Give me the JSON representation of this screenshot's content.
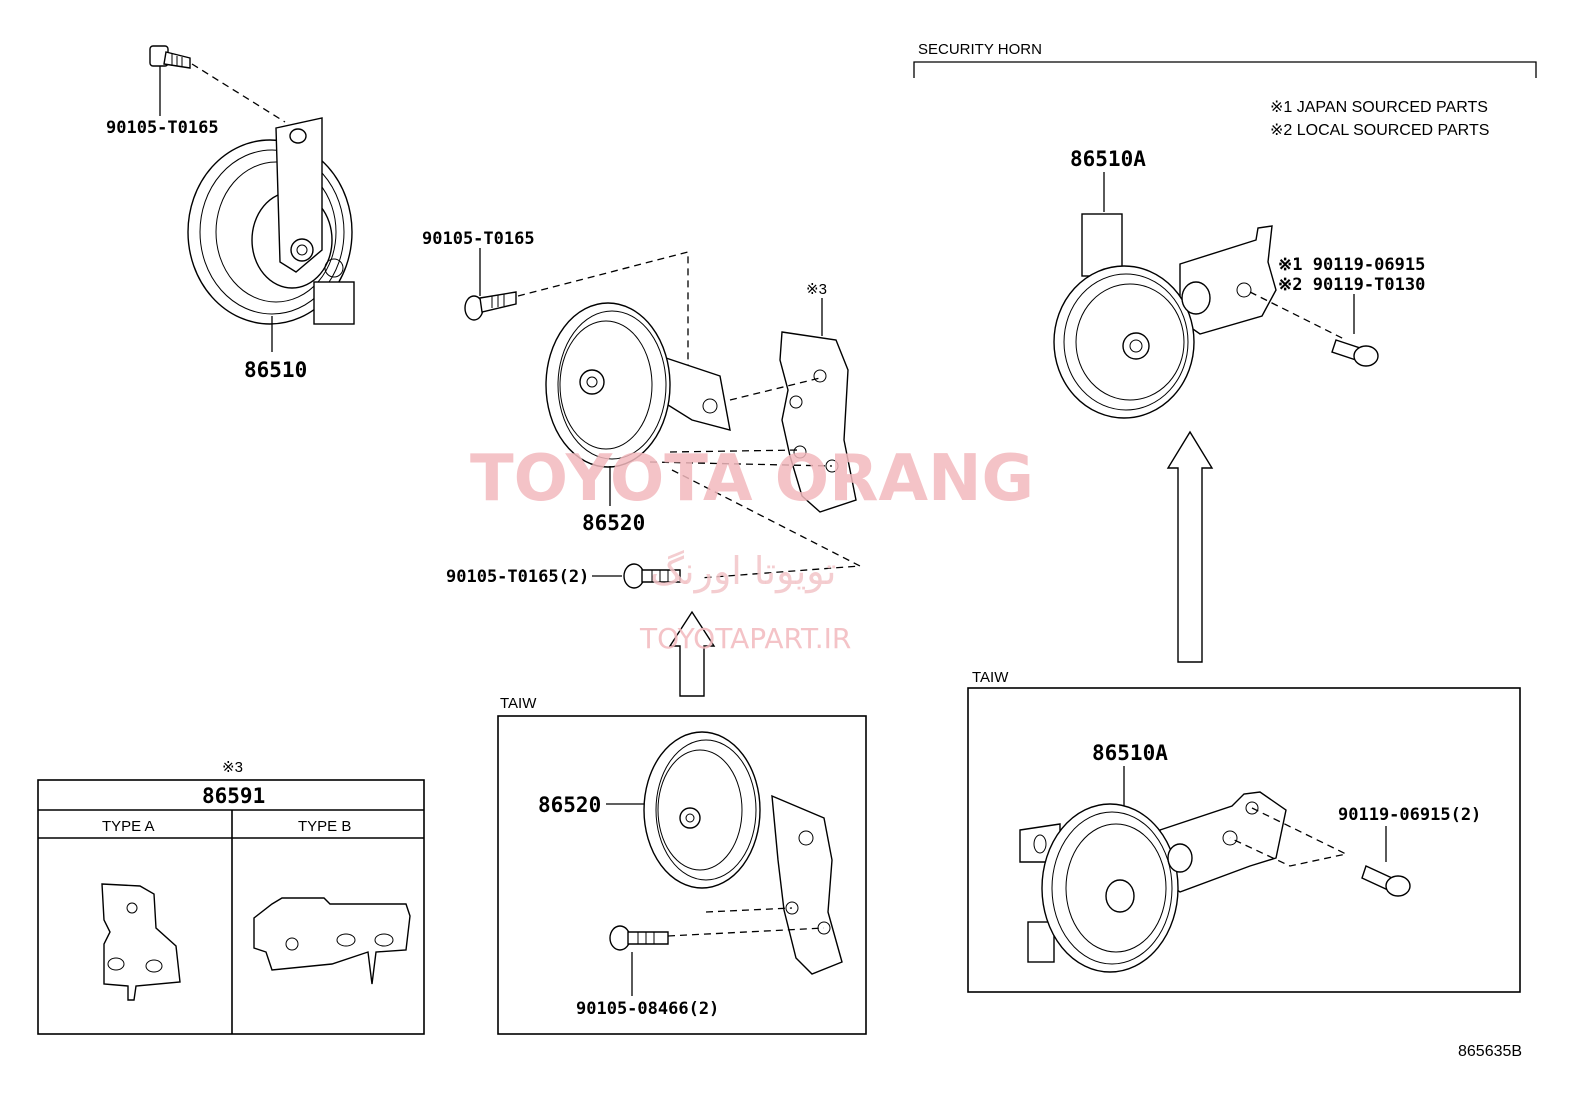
{
  "watermark": {
    "main": "TOYOTA ORANG",
    "persian": "تویوتا اورنگ",
    "url": "TOYOTAPART.IR"
  },
  "security_horn": {
    "title": "SECURITY HORN",
    "note_1": "※1 JAPAN SOURCED PARTS",
    "note_2": "※2 LOCAL SOURCED PARTS",
    "horn_part": "86510A",
    "bolt_1": "※1 90119-06915",
    "bolt_2": "※2 90119-T0130"
  },
  "horn_86510": {
    "bolt": "90105-T0165",
    "part": "86510"
  },
  "horn_86520": {
    "bolt_top": "90105-T0165",
    "bracket_mark": "※3",
    "part": "86520",
    "bolt_bottom": "90105-T0165(2)"
  },
  "taiw_center": {
    "label": "TAIW",
    "part": "86520",
    "bolt": "90105-08466(2)"
  },
  "taiw_right": {
    "label": "TAIW",
    "part": "86510A",
    "bolt": "90119-06915(2)"
  },
  "bracket_table": {
    "mark": "※3",
    "part": "86591",
    "type_a": "TYPE A",
    "type_b": "TYPE B"
  },
  "diagram_code": "865635B"
}
